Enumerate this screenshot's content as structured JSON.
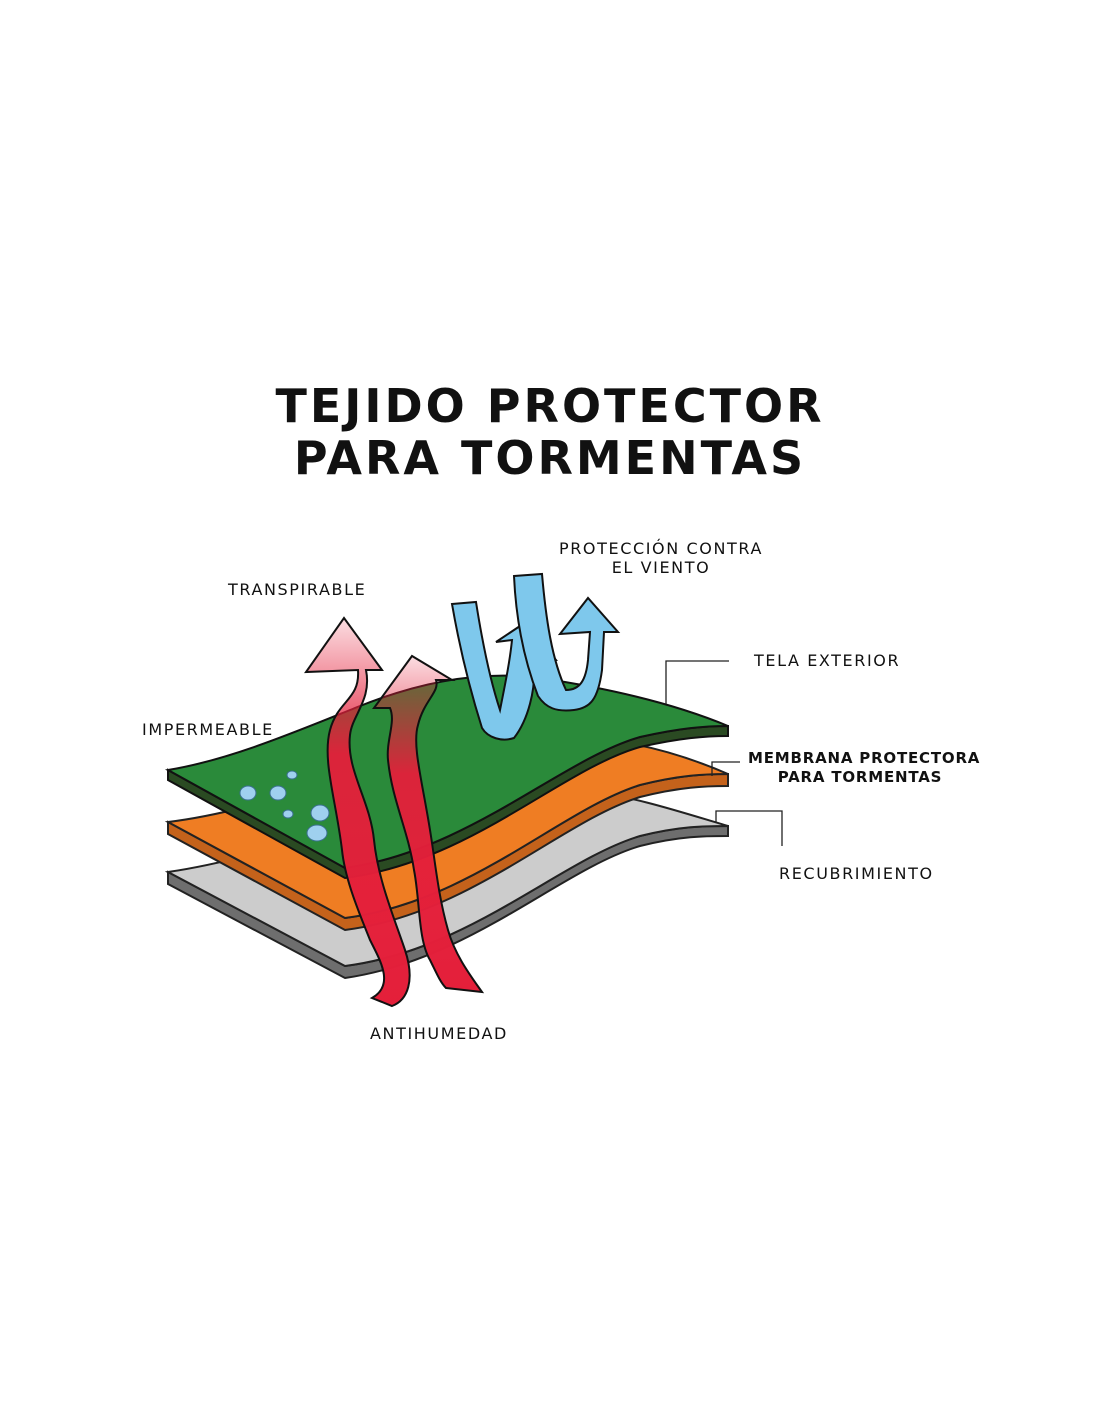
{
  "title": {
    "line1": "TEJIDO PROTECTOR",
    "line2": "PARA TORMENTAS"
  },
  "labels": {
    "transpirable": "TRANSPIRABLE",
    "proteccion_line1": "PROTECCIÓN CONTRA",
    "proteccion_line2": "EL VIENTO",
    "tela_exterior": "TELA EXTERIOR",
    "impermeable": "IMPERMEABLE",
    "membrana_line1": "MEMBRANA PROTECTORA",
    "membrana_line2": "PARA TORMENTAS",
    "recubrimiento": "RECUBRIMIENTO",
    "antihumedad": "ANTIHUMEDAD"
  },
  "colors": {
    "outer_fabric": "#2a8a3a",
    "outer_fabric_edge": "#2a4a22",
    "membrane": "#ef7d23",
    "membrane_edge": "#c4621b",
    "coating": "#cccccc",
    "coating_edge": "#6e6e6e",
    "heat_arrow": "#e41f3a",
    "wind_arrow": "#7ec8ec",
    "water_drop": "#9fd0ef"
  }
}
